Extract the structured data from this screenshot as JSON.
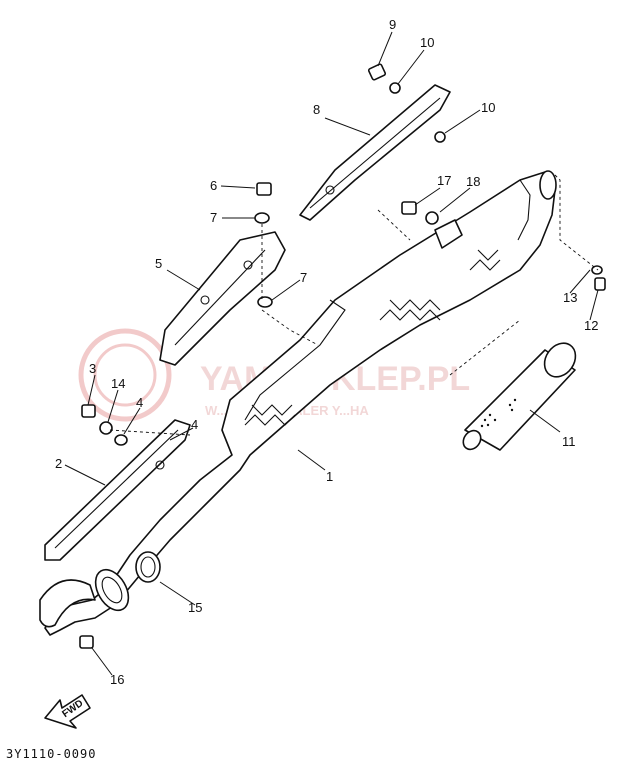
{
  "watermark": {
    "brand": "YAMA-SKLEP.PL",
    "subtitle": "W... WICZ | DEALER Y...HA",
    "color": "#e8b7b7"
  },
  "callouts": {
    "n1": "1",
    "n2": "2",
    "n3": "3",
    "n4a": "4",
    "n4b": "4",
    "n5": "5",
    "n6": "6",
    "n7a": "7",
    "n7b": "7",
    "n8": "8",
    "n9": "9",
    "n10a": "10",
    "n10b": "10",
    "n11": "11",
    "n12": "12",
    "n13": "13",
    "n14": "14",
    "n15": "15",
    "n16": "16",
    "n17": "17",
    "n18": "18"
  },
  "fwd_label": "FWD",
  "diagram_code": "3Y1110-0090"
}
